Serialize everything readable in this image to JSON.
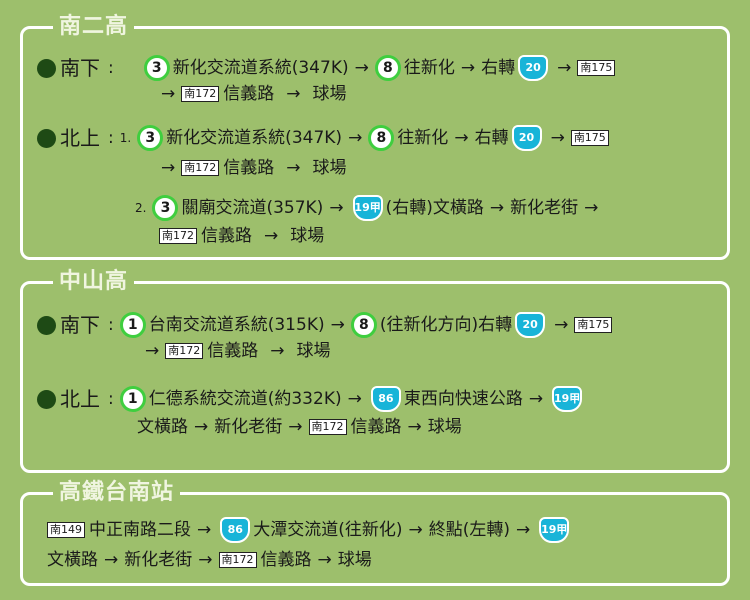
{
  "sections": [
    {
      "title": "南二高",
      "south": {
        "label": "南下",
        "steps": [
          "新化交流道系統(347K)",
          "往新化",
          "右轉",
          "信義路",
          "球場"
        ]
      },
      "north": {
        "label": "北上",
        "opt1": [
          "新化交流道系統(347K)",
          "往新化",
          "右轉",
          "信義路",
          "球場"
        ],
        "opt2": [
          "關廟交流道(357K)",
          "(右轉)文橫路",
          "新化老街",
          "信義路",
          "球場"
        ]
      }
    },
    {
      "title": "中山高",
      "south": {
        "label": "南下",
        "steps": [
          "台南交流道系統(315K)",
          "(往新化方向)右轉",
          "信義路",
          "球場"
        ]
      },
      "north": {
        "label": "北上",
        "steps": [
          "仁德系統交流道(約332K)",
          "東西向快速公路",
          "文橫路",
          "新化老街",
          "信義路",
          "球場"
        ]
      }
    },
    {
      "title": "高鐵台南站",
      "steps": [
        "中正南路二段",
        "大潭交流道(往新化)",
        "終點(左轉)",
        "文橫路",
        "新化老街",
        "信義路",
        "球場"
      ]
    }
  ],
  "badges": {
    "n3": "3",
    "n8": "8",
    "n1": "1",
    "s20": "20",
    "s86": "86",
    "s19": "19甲",
    "r175": "南175",
    "r172": "南172",
    "r149": "南149"
  },
  "colon": ":",
  "nums": {
    "one": "1.",
    "two": "2."
  },
  "arrow": "→"
}
